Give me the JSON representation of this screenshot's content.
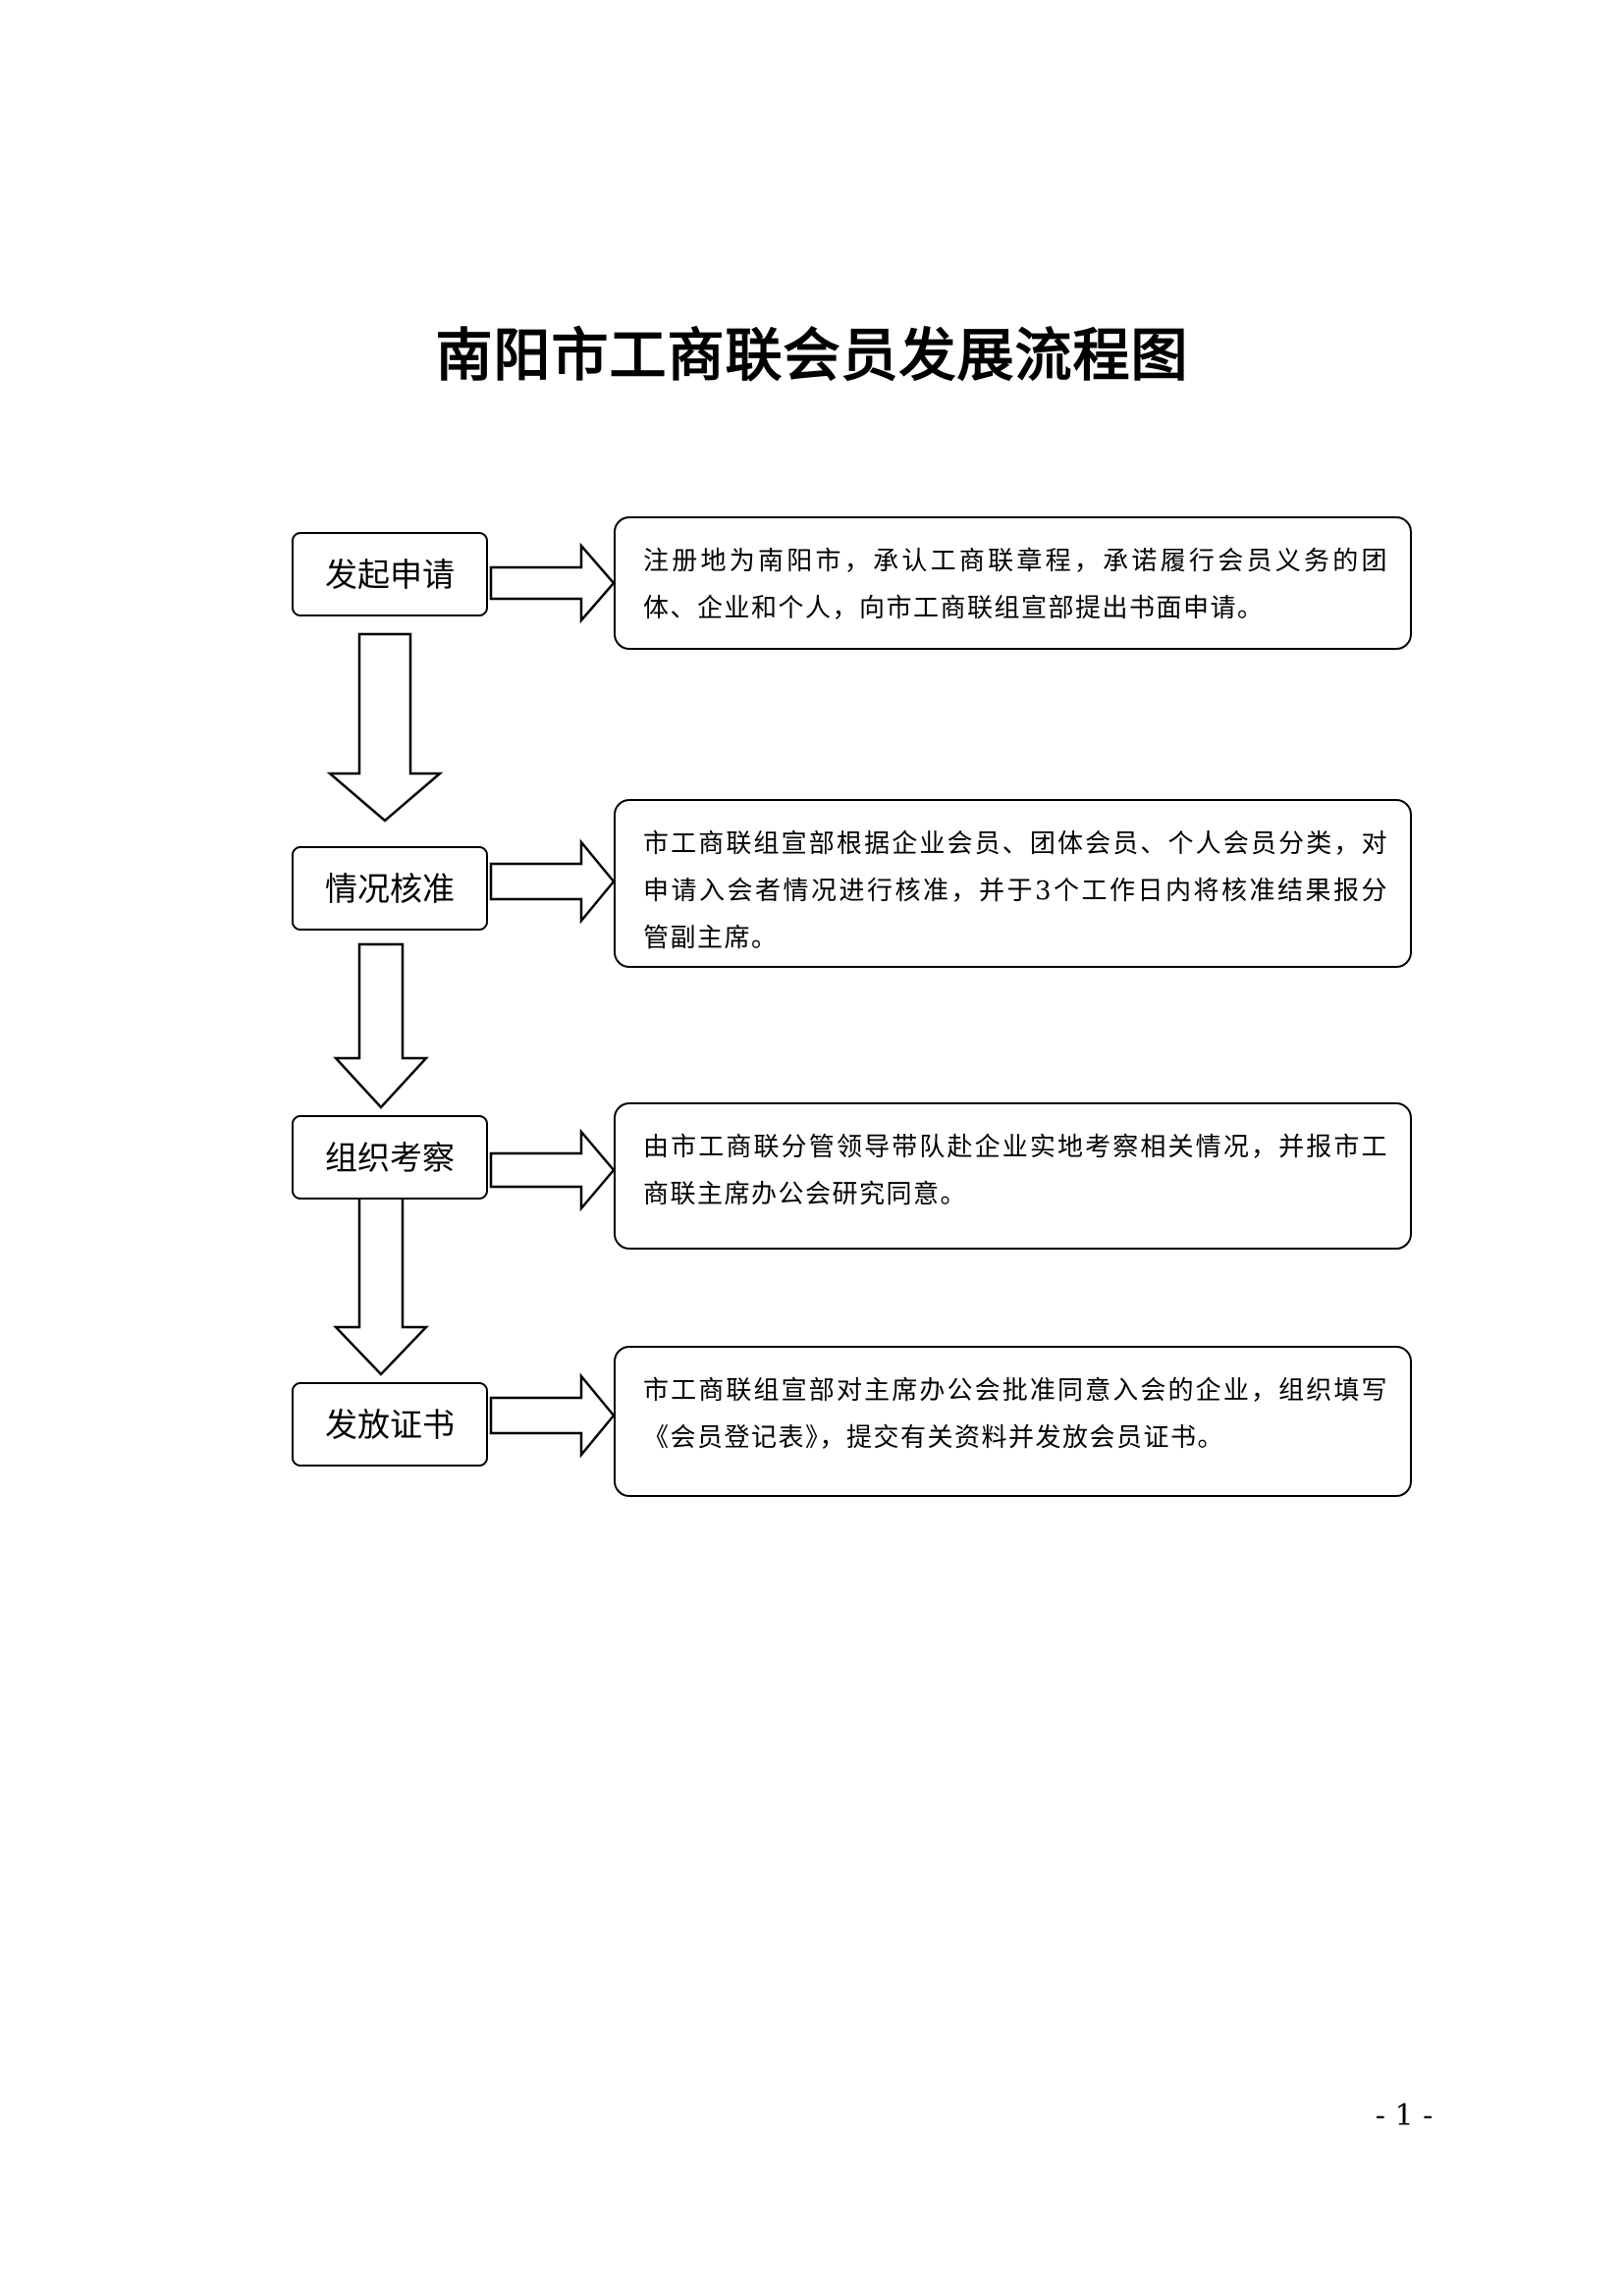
{
  "title": "南阳市工商联会员发展流程图",
  "steps": [
    {
      "label": "发起申请",
      "description": "注册地为南阳市，承认工商联章程，承诺履行会员义务的团体、企业和个人，向市工商联组宣部提出书面申请。"
    },
    {
      "label": "情况核准",
      "description": "市工商联组宣部根据企业会员、团体会员、个人会员分类，对申请入会者情况进行核准，并于3个工作日内将核准结果报分管副主席。"
    },
    {
      "label": "组织考察",
      "description": "由市工商联分管领导带队赴企业实地考察相关情况，并报市工商联主席办公会研究同意。"
    },
    {
      "label": "发放证书",
      "description": "市工商联组宣部对主席办公会批准同意入会的企业，组织填写《会员登记表》，提交有关资料并发放会员证书。"
    }
  ],
  "page_number": "- 1 -"
}
